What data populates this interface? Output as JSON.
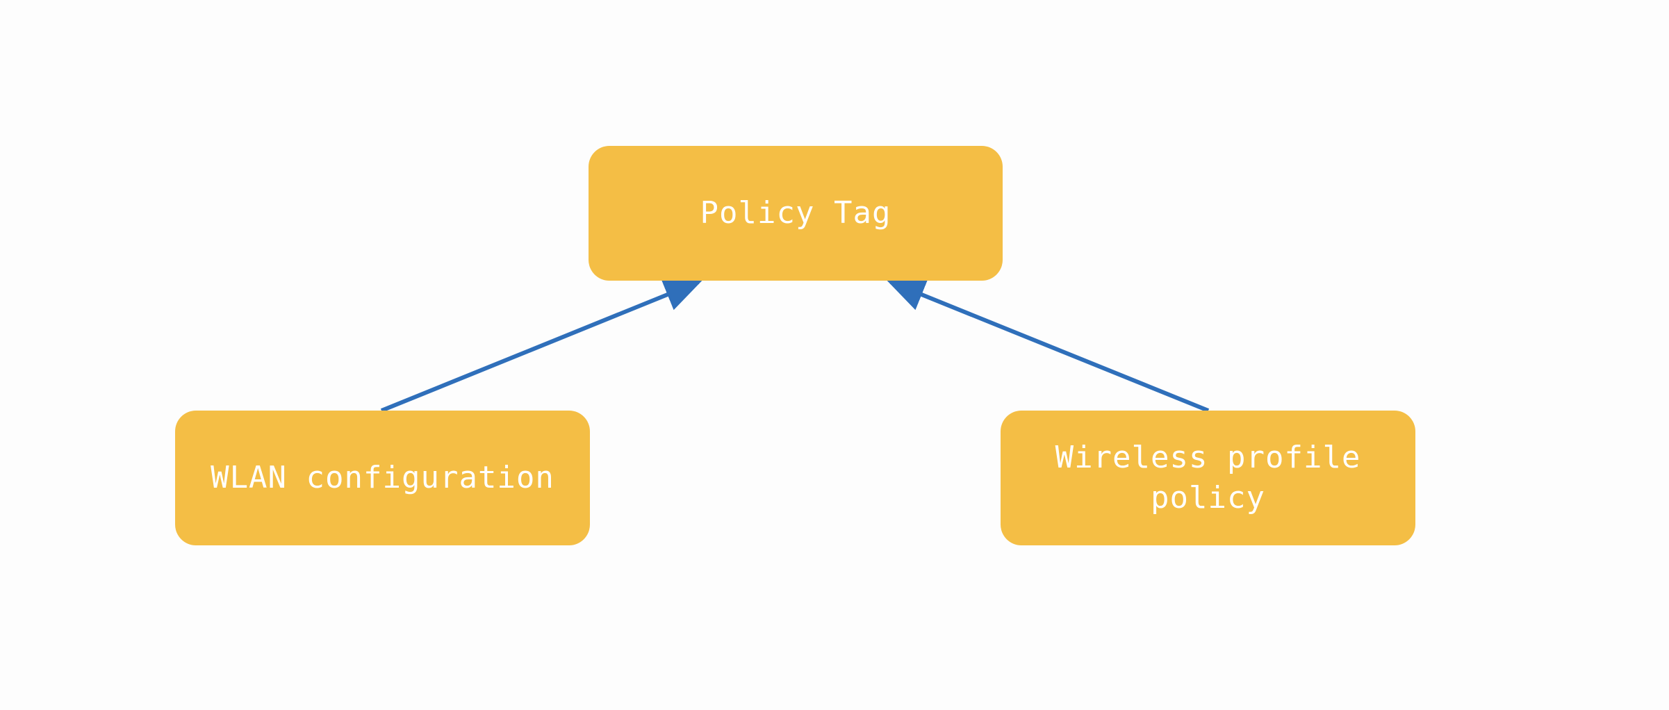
{
  "diagram": {
    "nodes": [
      {
        "id": "policy_tag",
        "label": "Policy Tag"
      },
      {
        "id": "wlan_configuration",
        "label": "WLAN configuration"
      },
      {
        "id": "wireless_profile_policy",
        "label": "Wireless profile\npolicy"
      }
    ],
    "edges": [
      {
        "from": "wlan_configuration",
        "to": "policy_tag"
      },
      {
        "from": "wireless_profile_policy",
        "to": "policy_tag"
      }
    ],
    "colors": {
      "node_fill": "#f4be45",
      "node_text": "#ffffff",
      "arrow": "#2f6fba",
      "background": "#fdfdfd"
    }
  }
}
